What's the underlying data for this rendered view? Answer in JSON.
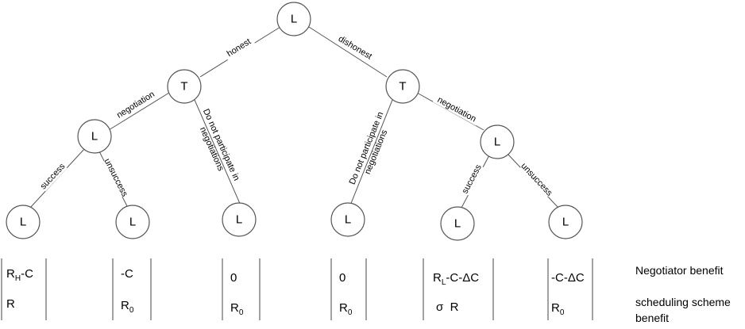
{
  "tree": {
    "root": {
      "label": "L"
    },
    "level1": {
      "left": {
        "label": "T"
      },
      "right": {
        "label": "T"
      }
    },
    "level2": {
      "left": {
        "label": "L"
      },
      "right": {
        "label": "L"
      }
    },
    "leaves": [
      "L",
      "L",
      "L",
      "L",
      "L",
      "L"
    ],
    "edges": {
      "honest": "honest",
      "dishonest": "dishonest",
      "negotiation_left": "negotiation",
      "negotiation_right": "negotiation",
      "not_participate_left_line1": "Do not participate in",
      "not_participate_left_line2": "negotiations",
      "not_participate_right_line1": "Do not participate in",
      "not_participate_right_line2": "negotiations",
      "success_left": "success",
      "unsuccess_left": "unsuccess",
      "success_right": "success",
      "unsuccess_right": "unsuccess"
    }
  },
  "payoffs": [
    {
      "negotiator_main": "R",
      "negotiator_sub": "H",
      "negotiator_rest": "-C",
      "scheme_main": "R",
      "scheme_sub": ""
    },
    {
      "negotiator_main": "-C",
      "negotiator_sub": "",
      "negotiator_rest": "",
      "scheme_main": "R",
      "scheme_sub": "0"
    },
    {
      "negotiator_main": "0",
      "negotiator_sub": "",
      "negotiator_rest": "",
      "scheme_main": "R",
      "scheme_sub": "0"
    },
    {
      "negotiator_main": "0",
      "negotiator_sub": "",
      "negotiator_rest": "",
      "scheme_main": "R",
      "scheme_sub": "0"
    },
    {
      "negotiator_main": "R",
      "negotiator_sub": "L",
      "negotiator_rest": "-C-ΔC",
      "scheme_main": "σ  R",
      "scheme_sub": ""
    },
    {
      "negotiator_main": "-C-ΔC",
      "negotiator_sub": "",
      "negotiator_rest": "",
      "scheme_main": "R",
      "scheme_sub": "0"
    }
  ],
  "legend": {
    "negotiator": "Negotiator benefit",
    "scheme_line1": "scheduling scheme",
    "scheme_line2": "benefit"
  }
}
